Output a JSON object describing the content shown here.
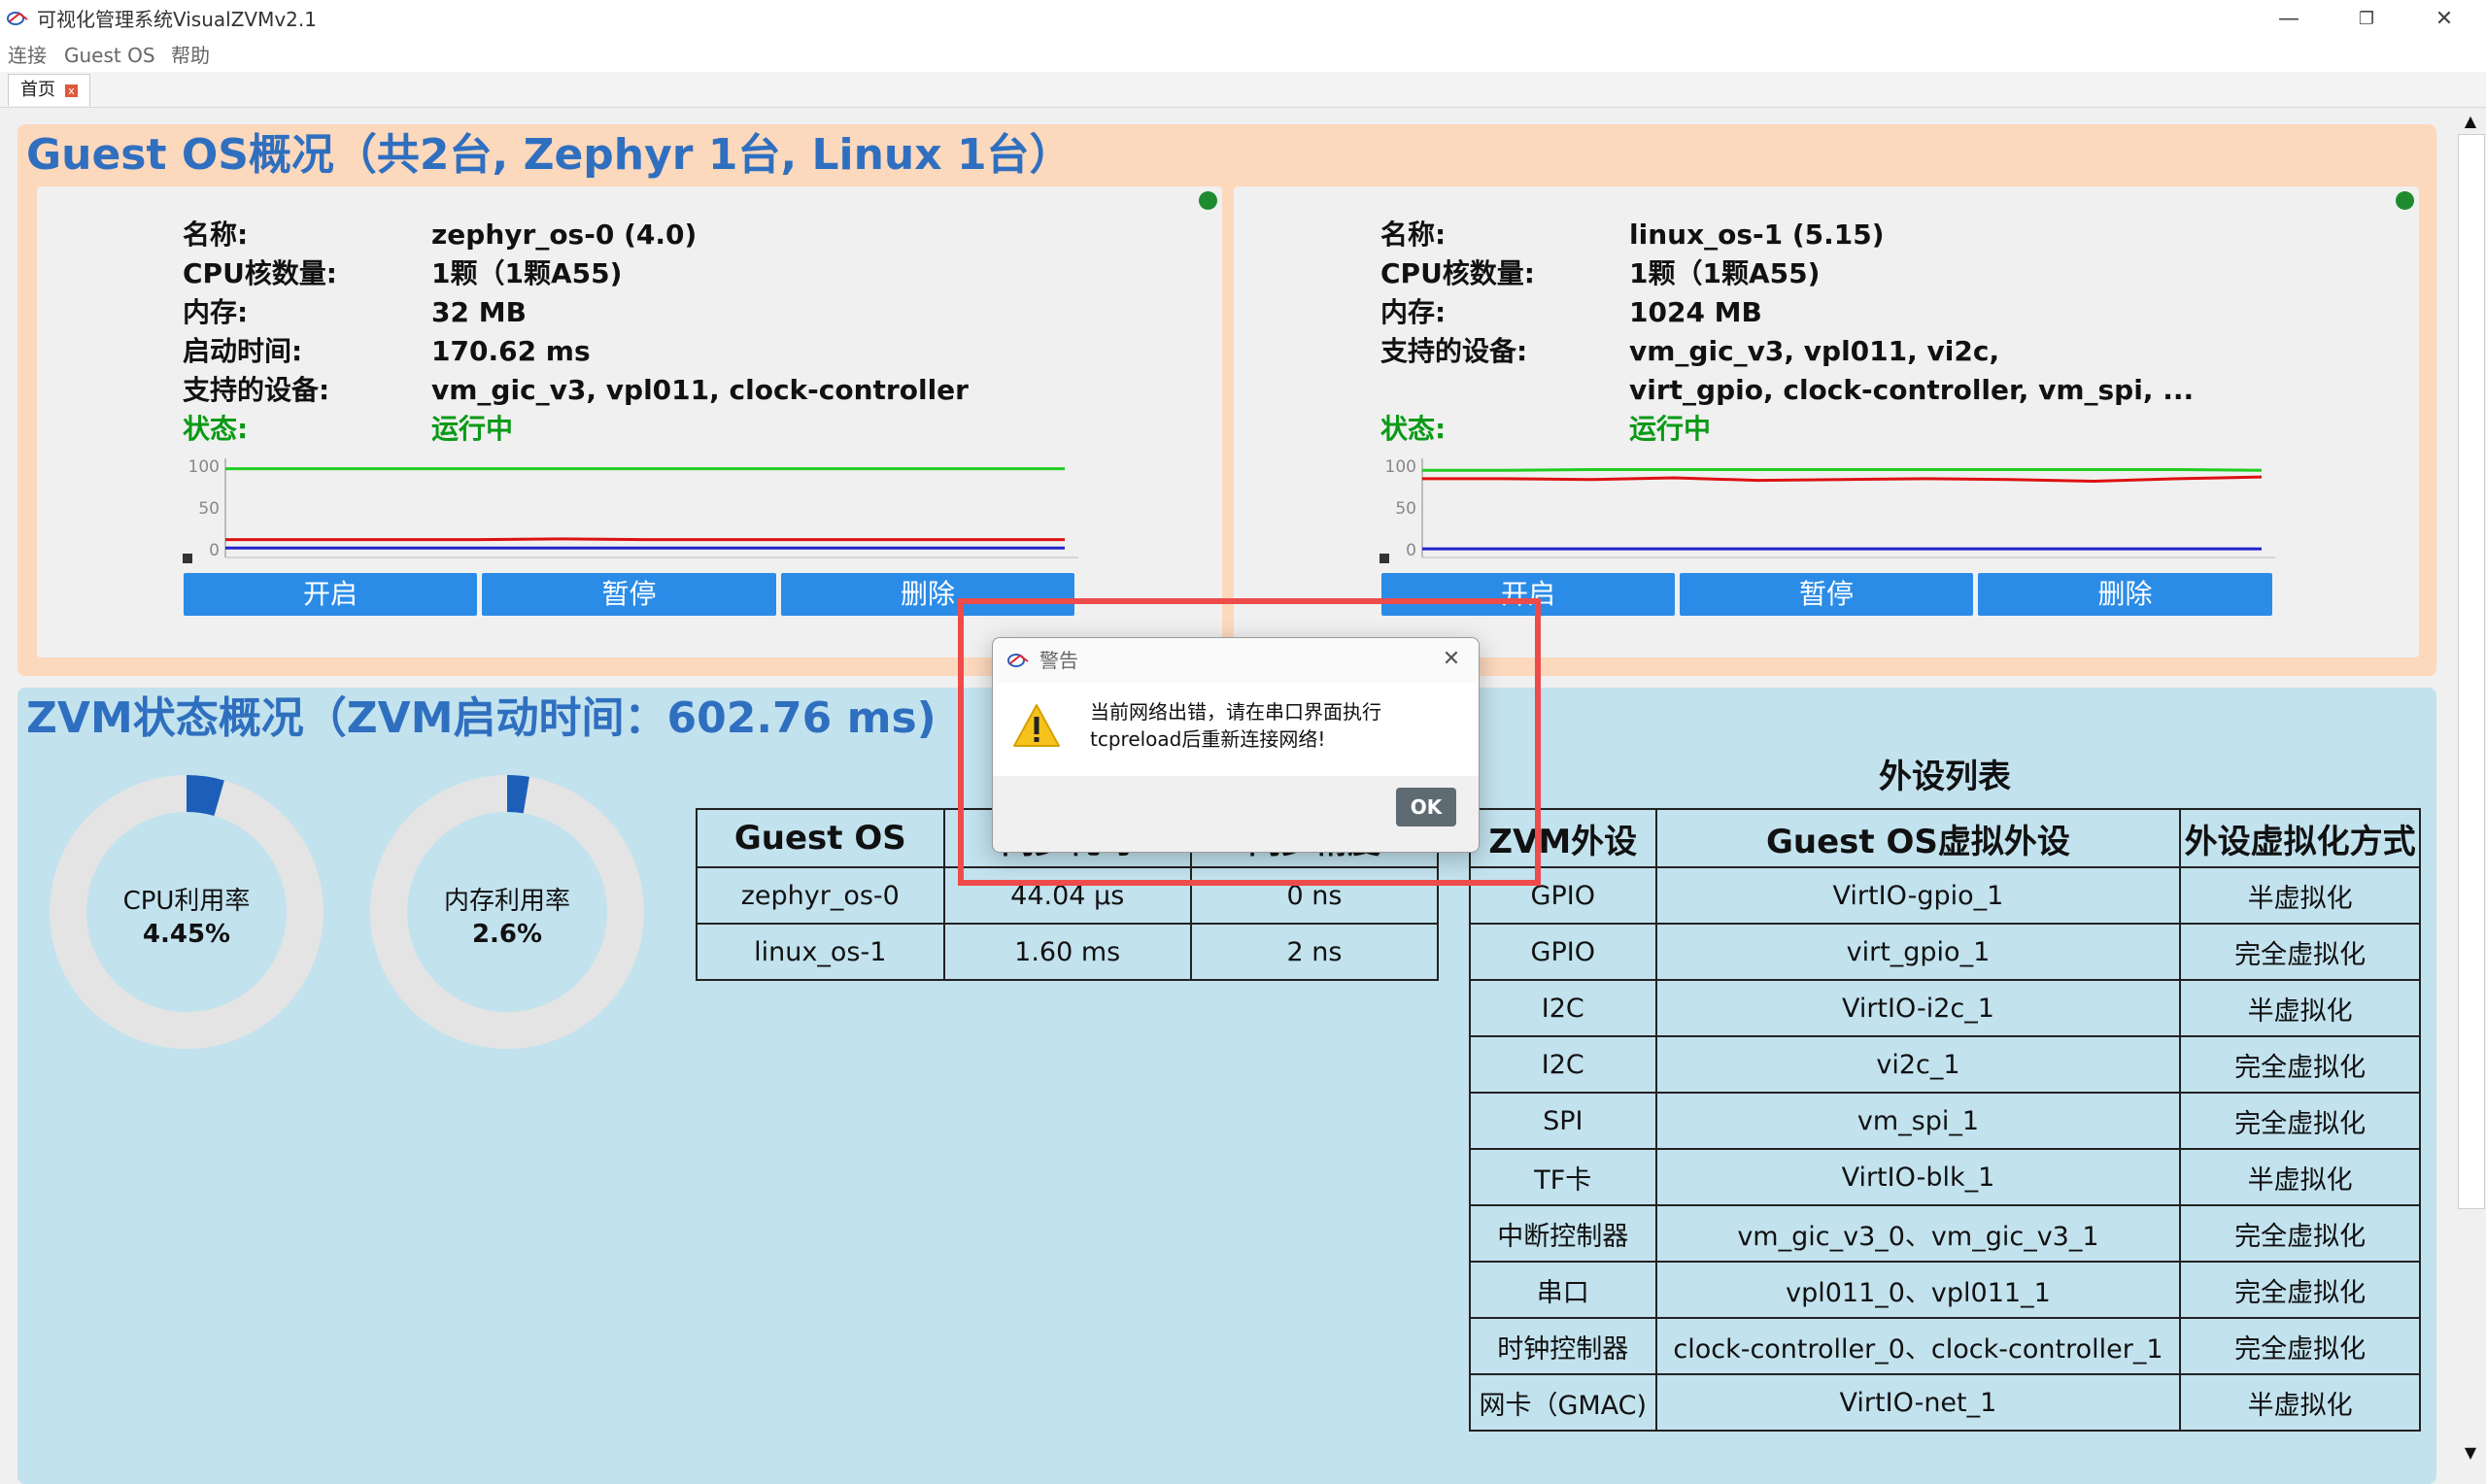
{
  "window": {
    "title": "可视化管理系统VisualZVMv2.1",
    "minimize": "—",
    "restore": "❐",
    "close": "✕"
  },
  "menu": [
    "连接",
    "Guest OS",
    "帮助"
  ],
  "tabs": [
    {
      "label": "首页",
      "close": "x"
    }
  ],
  "guest_section": {
    "title": "Guest OS概况（共2台, Zephyr 1台, Linux 1台）",
    "labels": {
      "name": "名称:",
      "cpu": "CPU核数量:",
      "memory": "内存:",
      "boot_time": "启动时间:",
      "devices": "支持的设备:",
      "status": "状态:"
    },
    "cards": [
      {
        "name": "zephyr_os-0 (4.0)",
        "cpu": "1颗（1颗A55)",
        "memory": "32 MB",
        "boot_time": "170.62 ms",
        "devices": "vm_gic_v3, vpl011, clock-controller",
        "status": "运行中",
        "chart": {
          "y_ticks": [
            "100",
            "50",
            "0"
          ],
          "series": [
            {
              "color": "#22cc22",
              "values": [
                97,
                97,
                97,
                97,
                97,
                97,
                97,
                97,
                97,
                97,
                97
              ]
            },
            {
              "color": "#dd1111",
              "values": [
                12,
                12,
                12,
                12,
                13,
                12,
                12,
                12,
                12,
                12,
                12
              ]
            },
            {
              "color": "#2222cc",
              "values": [
                2,
                2,
                2,
                2,
                2,
                2,
                2,
                2,
                2,
                2,
                2
              ]
            }
          ]
        }
      },
      {
        "name": "linux_os-1 (5.15)",
        "cpu": "1颗（1颗A55)",
        "memory": "1024 MB",
        "boot_time": "",
        "devices": "vm_gic_v3, vpl011, vi2c,",
        "devices2": "virt_gpio, clock-controller, vm_spi, ...",
        "status": "运行中",
        "chart": {
          "y_ticks": [
            "100",
            "50",
            "0"
          ],
          "series": [
            {
              "color": "#22cc22",
              "values": [
                95,
                95,
                96,
                96,
                96,
                96,
                96,
                96,
                96,
                96,
                95
              ]
            },
            {
              "color": "#dd1111",
              "values": [
                85,
                85,
                84,
                86,
                83,
                84,
                85,
                84,
                82,
                85,
                87
              ]
            },
            {
              "color": "#2222cc",
              "values": [
                1,
                1,
                1,
                1,
                1,
                1,
                1,
                1,
                1,
                1,
                1
              ]
            }
          ]
        }
      }
    ],
    "buttons": {
      "start": "开启",
      "pause": "暂停",
      "delete": "删除"
    }
  },
  "zvm_section": {
    "title": "ZVM状态概况（ZVM启动时间：602.76 ms)",
    "cpu": {
      "label": "CPU利用率",
      "value": "4.45%",
      "fraction": 0.0445
    },
    "mem": {
      "label": "内存利用率",
      "value": "2.6%",
      "fraction": 0.026
    },
    "guest_table_title": "Guest",
    "guest_table": {
      "headers": [
        "Guest OS",
        "同步耗时",
        "同步精度"
      ],
      "rows": [
        [
          "zephyr_os-0",
          "44.04 μs",
          "0 ns"
        ],
        [
          "linux_os-1",
          "1.60 ms",
          "2 ns"
        ]
      ]
    },
    "device_table_title": "外设列表",
    "device_table": {
      "headers": [
        "ZVM外设",
        "Guest OS虚拟外设",
        "外设虚拟化方式"
      ],
      "rows": [
        [
          "GPIO",
          "VirtIO-gpio_1",
          "半虚拟化"
        ],
        [
          "GPIO",
          "virt_gpio_1",
          "完全虚拟化"
        ],
        [
          "I2C",
          "VirtIO-i2c_1",
          "半虚拟化"
        ],
        [
          "I2C",
          "vi2c_1",
          "完全虚拟化"
        ],
        [
          "SPI",
          "vm_spi_1",
          "完全虚拟化"
        ],
        [
          "TF卡",
          "VirtIO-blk_1",
          "半虚拟化"
        ],
        [
          "中断控制器",
          "vm_gic_v3_0、vm_gic_v3_1",
          "完全虚拟化"
        ],
        [
          "串口",
          "vpl011_0、vpl011_1",
          "完全虚拟化"
        ],
        [
          "时钟控制器",
          "clock-controller_0、clock-controller_1",
          "完全虚拟化"
        ],
        [
          "网卡（GMAC)",
          "VirtIO-net_1",
          "半虚拟化"
        ]
      ]
    }
  },
  "dialog": {
    "title": "警告",
    "message_line1": "当前网络出错，请在串口界面执行",
    "message_line2": "tcpreload后重新连接网络!",
    "ok": "OK",
    "close": "✕"
  },
  "colors": {
    "accent_blue": "#2b8ce8",
    "title_blue": "#2f6fbf",
    "guest_bg": "#fcd8bd",
    "zvm_bg": "#c2e2ee",
    "running_green": "#0a9a16",
    "highlight_red": "#ee4b4b",
    "donut_fill": "#1d5fb8"
  }
}
